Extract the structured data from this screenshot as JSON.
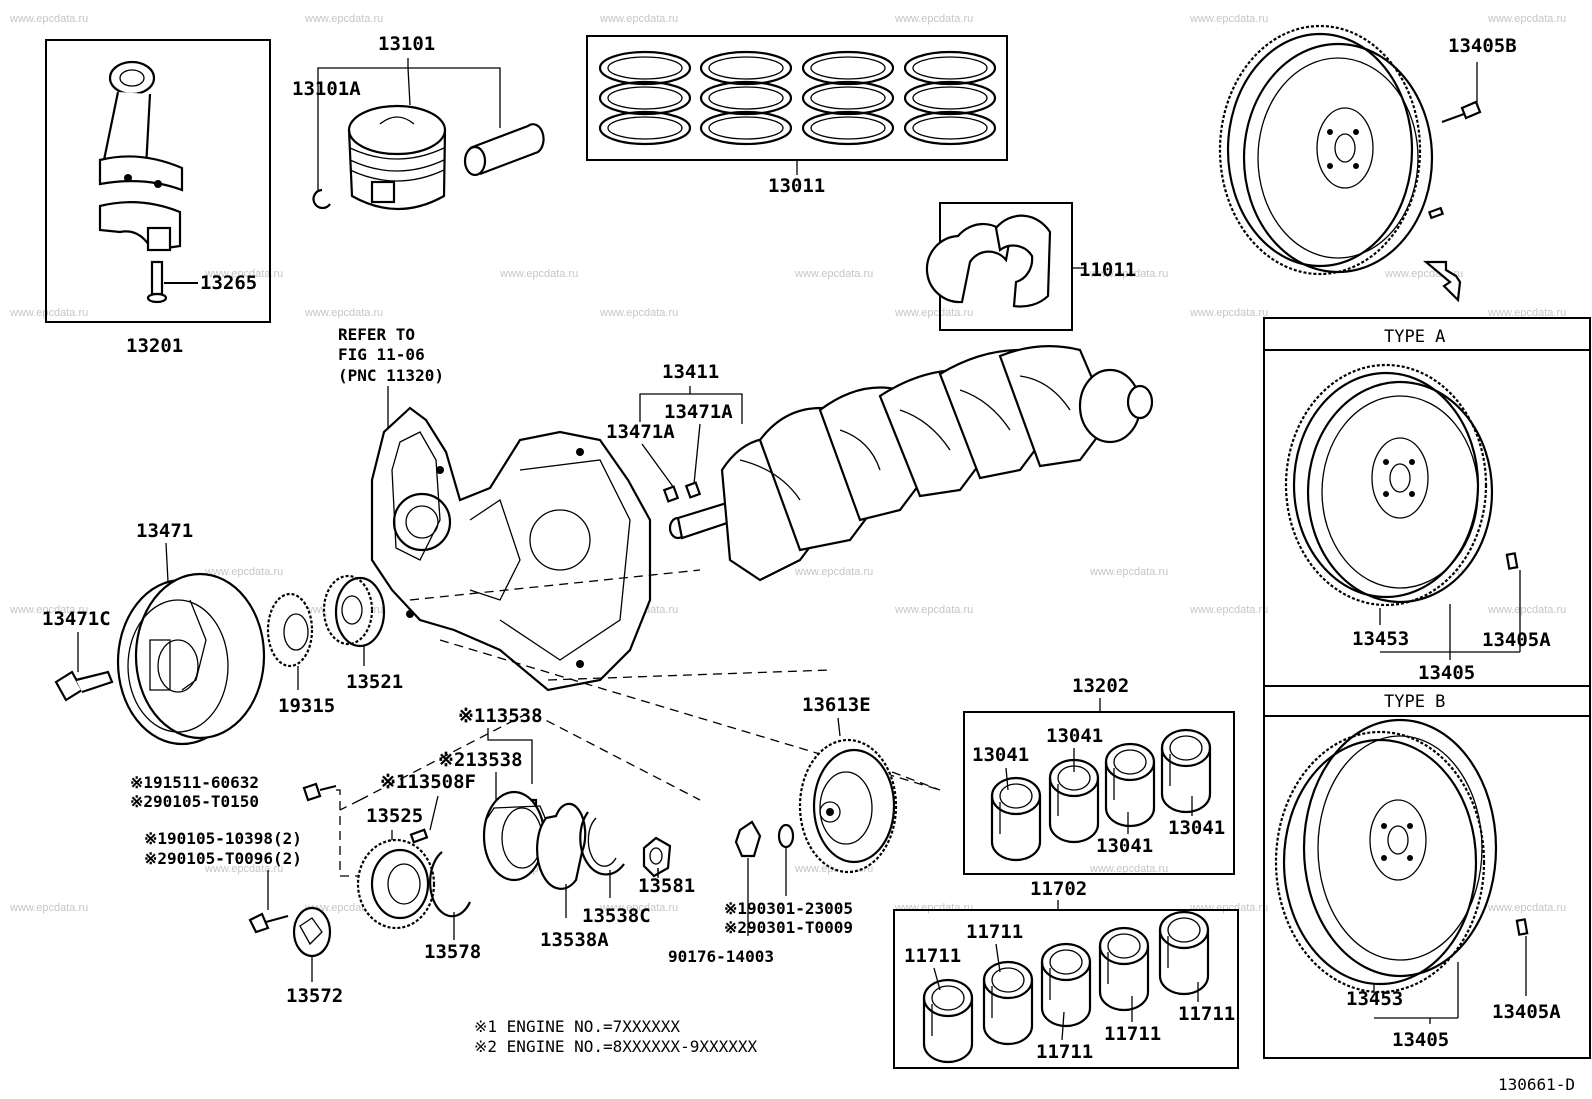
{
  "watermark": "www.epcdata.ru",
  "figure_code": "130661-D",
  "refer": {
    "line1": "REFER TO",
    "line2": "FIG 11-06",
    "line3": "(PNC 11320)"
  },
  "types": {
    "a": "TYPE A",
    "b": "TYPE B"
  },
  "notes": {
    "n1": "※1 ENGINE NO.=7XXXXXX",
    "n2": "※2 ENGINE NO.=8XXXXXX-9XXXXXX"
  },
  "labels": {
    "conrod_assy": "13201",
    "conrod_bolt": "13265",
    "piston": "13101",
    "snap_ring": "13101A",
    "ring_set": "13011",
    "thrust_washer": "11011",
    "flywheel_bolt": "13405B",
    "crank_key_group": "13411",
    "crank_key_a": "13471A",
    "crank_key_b": "13471A",
    "pulley": "13471",
    "pulley_bolt": "13471C",
    "timing_gear": "19315",
    "crank_gear": "13521",
    "plate_13613e": "13613E",
    "conrod_bearing_set": "13202",
    "bearing_13041_a": "13041",
    "bearing_13041_b": "13041",
    "bearing_13041_c": "13041",
    "bearing_13041_d": "13041",
    "main_bearing_set": "11702",
    "bearing_11711_a": "11711",
    "bearing_11711_b": "11711",
    "bearing_11711_c": "11711",
    "bearing_11711_d": "11711",
    "bearing_11711_e": "11711",
    "key_note1": "※113538",
    "key_note2": "※213538",
    "pin_note": "※113508F",
    "gear_13525": "13525",
    "ring_13578": "13578",
    "plate_13572": "13572",
    "seal_13538a": "13538A",
    "snap_13538c": "13538C",
    "plug_13581": "13581",
    "part_90176": "90176-14003",
    "bolt_pn1": "※191511-60632",
    "bolt_pn2": "※290105-T0150",
    "bolt_pn3": "※190105-10398(2)",
    "bolt_pn4": "※290105-T0096(2)",
    "washer_pn1": "※190301-23005",
    "washer_pn2": "※290301-T0009",
    "flywheel_a_ring": "13453",
    "flywheel_a_pin": "13405A",
    "flywheel_a_assy": "13405",
    "flywheel_b_ring": "13453",
    "flywheel_b_pin": "13405A",
    "flywheel_b_assy": "13405"
  }
}
